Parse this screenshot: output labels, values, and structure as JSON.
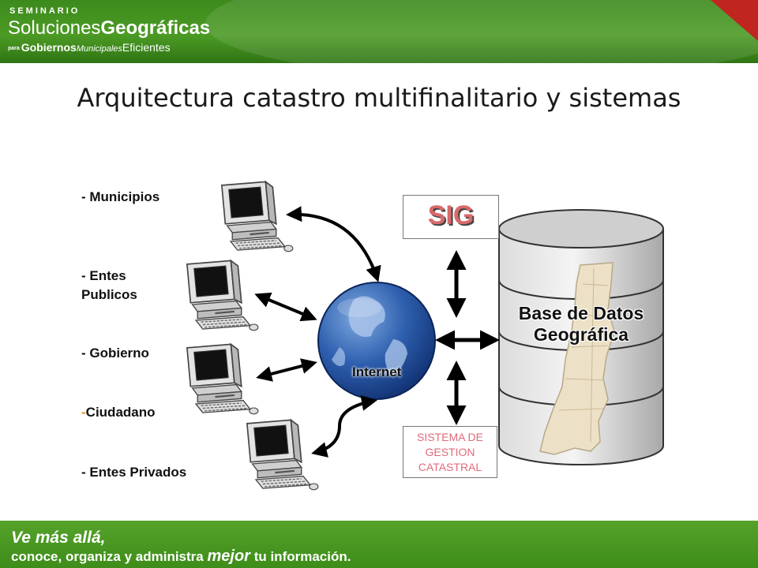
{
  "header": {
    "line1": "Seminario",
    "line2_light": "Soluciones",
    "line2_bold": "Geográficas",
    "line3_prefix": "para",
    "line3_bold": "Gobiernos",
    "line3_italic": "Municipales",
    "line3_end": "Eficientes"
  },
  "title": "Arquitectura catastro multifinalitario y sistemas",
  "users": [
    {
      "label": "- Municipios"
    },
    {
      "label": "- Entes Publicos"
    },
    {
      "label": "- Gobierno"
    },
    {
      "dash": "-",
      "label": "Ciudadano"
    },
    {
      "label": "- Entes Privados"
    }
  ],
  "sig": "SIG",
  "internet": "Internet",
  "database": {
    "line1": "Base de Datos",
    "line2": "Geográfica"
  },
  "sistema": {
    "line1": "SISTEMA DE",
    "line2": "GESTION",
    "line3": "CATASTRAL"
  },
  "footer": {
    "line1": "Ve más allá,",
    "line2_a": "conoce, organiza y administra",
    "line2_b": "mejor",
    "line2_c": "tu información."
  },
  "colors": {
    "header_green": "#3c8a1c",
    "accent_red": "#c0251f",
    "sig_text": "#d96a6a",
    "sistema_text": "#e06a7a"
  },
  "icons": [
    "computer-icon",
    "globe-icon",
    "database-cylinder-icon",
    "map-icon"
  ]
}
